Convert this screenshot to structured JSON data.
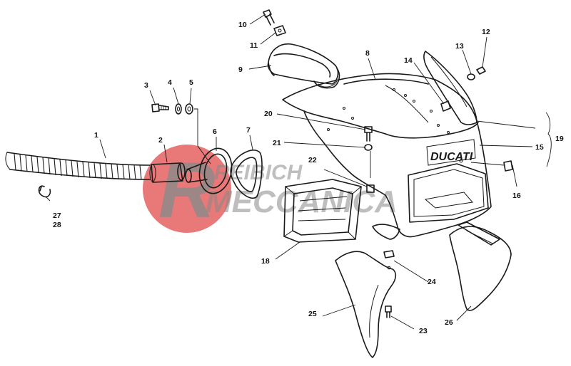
{
  "diagram": {
    "brand": "DUCATI",
    "watermark": {
      "line1": "REIBICH",
      "line2": "MECCANICA",
      "letter": "R",
      "color": "#e24b4b"
    },
    "callouts": {
      "c1": "1",
      "c2": "2",
      "c3": "3",
      "c4": "4",
      "c5": "5",
      "c6": "6",
      "c7": "7",
      "c8": "8",
      "c9": "9",
      "c10": "10",
      "c11": "11",
      "c12": "12",
      "c13": "13",
      "c14": "14",
      "c15": "15",
      "c16": "16",
      "c18": "18",
      "c19": "19",
      "c20": "20",
      "c21": "21",
      "c22": "22",
      "c23": "23",
      "c24": "24",
      "c25": "25",
      "c26": "26",
      "c27": "27",
      "c28": "28"
    }
  }
}
